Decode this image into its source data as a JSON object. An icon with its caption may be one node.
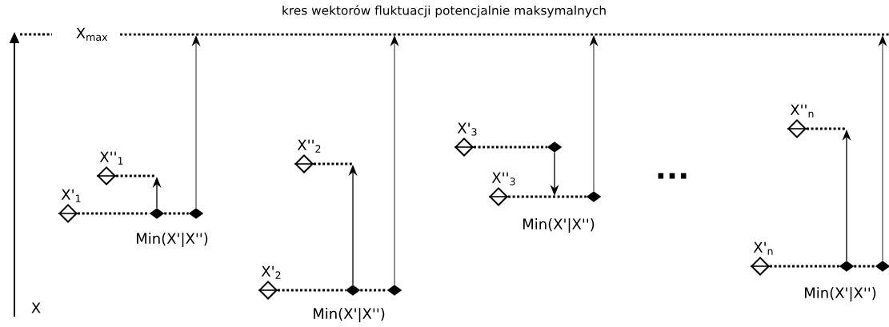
{
  "diagram": {
    "nodes": [
      {
        "text": [
          "X'$_{1}$"
        ]
      },
      {
        "text": [
          "X''$_{1}$"
        ]
      },
      {
        "text": [],
        "shape": "diamond",
        "beside": [
          "Min(X'|X'')"
        ]
      },
      {
        "text": [],
        "shape": "diamond"
      },
      {
        "text": [
          "X''$_{2}$"
        ]
      },
      {
        "text": [
          "X'$_{2}$"
        ]
      },
      {
        "text": [],
        "shape": "diamond",
        "beside": [
          "Min(X'|X'')"
        ]
      },
      {
        "text": [],
        "shape": "diamond"
      },
      {
        "text": [
          "X'$_{3}$"
        ]
      },
      {
        "text": [],
        "shape": "diamond"
      },
      {
        "text": [
          "X''$_{3}$"
        ]
      },
      {
        "text": [],
        "shape": "diamond",
        "beside": [
          "Min(X'|X'')"
        ]
      },
      {
        "text": [
          "X''$_{n}$"
        ]
      },
      {
        "text": [
          "X'$_{n}$"
        ]
      },
      {
        "text": [],
        "shape": "diamond",
        "beside": [
          "Min(X'|X'')"
        ]
      },
      {
        "text": [],
        "shape": "diamond"
      }
    ],
    "edges": [
      {
        "from": 0,
        "to": 2,
        "arrow": "none",
        "style": "dashed"
      },
      {
        "from": 2,
        "to": 3,
        "arrow": "none",
        "style": "dashed"
      },
      {
        "from": 1,
        "to": null,
        "arrow": "none",
        "style": "dashed"
      },
      {
        "from": 2,
        "to": null,
        "arrow": "to"
      },
      {
        "from": 3,
        "to": null,
        "arrow": "to",
        "color": "#555555"
      },
      {
        "from": 5,
        "to": 6,
        "arrow": "none",
        "style": "dashed"
      },
      {
        "from": 6,
        "to": 7,
        "arrow": "none",
        "style": "dashed"
      },
      {
        "from": 4,
        "to": null,
        "arrow": "none",
        "style": "dashed"
      },
      {
        "from": 6,
        "to": null,
        "arrow": "to"
      },
      {
        "from": 7,
        "to": null,
        "arrow": "to",
        "color": "#555555"
      },
      {
        "from": 8,
        "to": 9,
        "arrow": "none",
        "style": "dashed"
      },
      {
        "from": 9,
        "to": null,
        "arrow": "to"
      },
      {
        "from": 10,
        "to": 11,
        "arrow": "none",
        "style": "dashed"
      },
      {
        "from": 11,
        "to": null,
        "arrow": "to",
        "color": "#555555"
      },
      {
        "from": 13,
        "to": 14,
        "arrow": "none",
        "style": "dashed"
      },
      {
        "from": 14,
        "to": 15,
        "arrow": "none",
        "style": "dashed"
      },
      {
        "from": 12,
        "to": null,
        "arrow": "none",
        "style": "dashed"
      },
      {
        "from": 14,
        "to": null,
        "arrow": "to"
      },
      {
        "from": 15,
        "to": null,
        "arrow": "to",
        "color": "#555555"
      }
    ],
    "labels": [
      "kres wektorów fluktuacji potencjalnie maksymalnych",
      "X$_{max}$",
      "...",
      "X"
    ]
  }
}
